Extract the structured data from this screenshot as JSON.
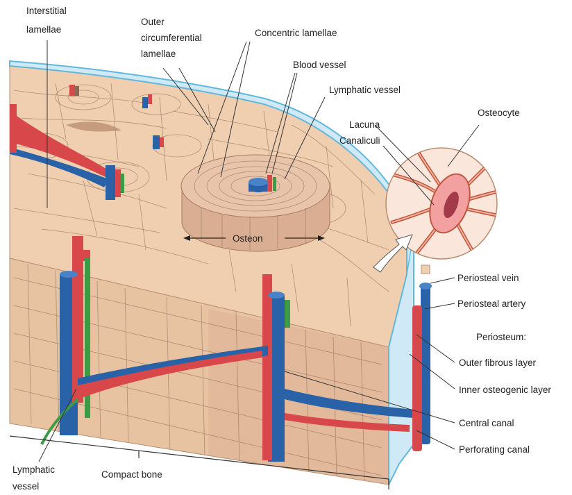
{
  "labels": {
    "interstitial_lamellae": [
      "Interstitial",
      "lamellae"
    ],
    "outer_circumferential_lamellae": [
      "Outer",
      "circumferential",
      "lamellae"
    ],
    "concentric_lamellae": "Concentric lamellae",
    "blood_vessel": "Blood vessel",
    "lymphatic_vessel_top": "Lymphatic vessel",
    "lacuna": "Lacuna",
    "canaliculi": "Canaliculi",
    "osteocyte": "Osteocyte",
    "osteon": "Osteon",
    "periosteal_vein": "Periosteal vein",
    "periosteal_artery": "Periosteal artery",
    "periosteum": "Periosteum:",
    "outer_fibrous_layer": "Outer fibrous layer",
    "inner_osteogenic_layer": "Inner osteogenic layer",
    "central_canal": "Central canal",
    "perforating_canal": "Perforating canal",
    "lymphatic_vessel_bottom": [
      "Lymphatic",
      "vessel"
    ],
    "compact_bone": "Compact bone"
  },
  "colors": {
    "bone_top": "#efcfb0",
    "bone_side": "#e8c3a2",
    "bone_side_shadow": "#d9ad8d",
    "periosteum": "#cfeaf6",
    "periosteum_edge": "#62b8dc",
    "artery": "#d8474a",
    "vein": "#2a62a8",
    "lymph": "#3d9a45",
    "osteon": "#e2bca3",
    "text": "#222222"
  }
}
